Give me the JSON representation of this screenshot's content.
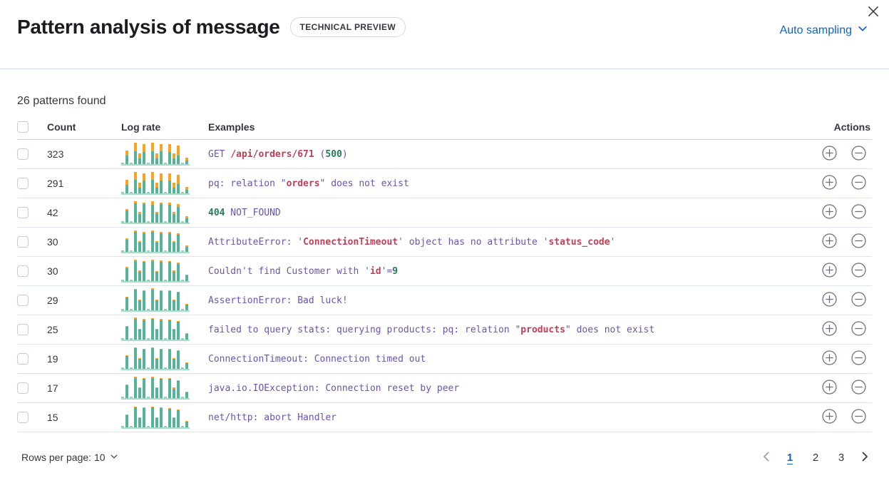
{
  "header": {
    "title": "Pattern analysis of message",
    "badge": "TECHNICAL PREVIEW",
    "sampling_label": "Auto sampling"
  },
  "summary": "26 patterns found",
  "colors": {
    "accent_blue": "#0b64c2",
    "bar_teal": "#54b399",
    "bar_teal_light": "#8fd0ba",
    "bar_orange": "#fca121",
    "token_purple": "#6c55a8",
    "token_red": "#bd4058",
    "token_green": "#277a57",
    "border_light": "#d3dae6"
  },
  "icons": {
    "close": "close-icon",
    "chevron_down": "chevron-down-icon",
    "plus_in_circle": "plus-in-circle-icon",
    "minus_in_circle": "minus-in-circle-icon",
    "chevron_left": "chevron-left-icon",
    "chevron_right": "chevron-right-icon"
  },
  "table": {
    "columns": {
      "count": "Count",
      "log_rate": "Log rate",
      "examples": "Examples",
      "actions": "Actions"
    },
    "rows": [
      {
        "count": "323",
        "example": [
          {
            "t": "GET ",
            "c": "p"
          },
          {
            "t": "/api/orders/671",
            "c": "r"
          },
          {
            "t": " (",
            "c": "p"
          },
          {
            "t": "500",
            "c": "g"
          },
          {
            "t": ")",
            "c": "p"
          }
        ],
        "spark": [
          [
            2,
            0
          ],
          [
            12,
            7
          ],
          [
            2,
            0
          ],
          [
            18,
            12
          ],
          [
            8,
            7
          ],
          [
            17,
            11
          ],
          [
            2,
            0
          ],
          [
            18,
            12
          ],
          [
            8,
            7
          ],
          [
            18,
            10
          ],
          [
            2,
            0
          ],
          [
            17,
            11
          ],
          [
            8,
            7
          ],
          [
            12,
            14
          ],
          [
            2,
            0
          ],
          [
            5,
            4
          ]
        ]
      },
      {
        "count": "291",
        "example": [
          {
            "t": "pq: relation \"",
            "c": "p"
          },
          {
            "t": "orders",
            "c": "r"
          },
          {
            "t": "\" does not exist",
            "c": "p"
          }
        ],
        "spark": [
          [
            2,
            0
          ],
          [
            12,
            7
          ],
          [
            2,
            0
          ],
          [
            19,
            11
          ],
          [
            8,
            7
          ],
          [
            18,
            10
          ],
          [
            2,
            0
          ],
          [
            19,
            11
          ],
          [
            8,
            7
          ],
          [
            18,
            10
          ],
          [
            2,
            0
          ],
          [
            18,
            10
          ],
          [
            8,
            7
          ],
          [
            13,
            13
          ],
          [
            2,
            0
          ],
          [
            5,
            4
          ]
        ]
      },
      {
        "count": "42",
        "example": [
          {
            "t": "404",
            "c": "g"
          },
          {
            "t": " NOT_FOUND",
            "c": "p"
          }
        ],
        "spark": [
          [
            2,
            0
          ],
          [
            17,
            2
          ],
          [
            2,
            0
          ],
          [
            27,
            3
          ],
          [
            12,
            3
          ],
          [
            26,
            2
          ],
          [
            2,
            0
          ],
          [
            25,
            5
          ],
          [
            13,
            2
          ],
          [
            26,
            2
          ],
          [
            2,
            0
          ],
          [
            25,
            3
          ],
          [
            12,
            3
          ],
          [
            22,
            4
          ],
          [
            2,
            0
          ],
          [
            6,
            3
          ]
        ]
      },
      {
        "count": "30",
        "example": [
          {
            "t": "AttributeError: '",
            "c": "p"
          },
          {
            "t": "ConnectionTimeout",
            "c": "r"
          },
          {
            "t": "' object has no attribute '",
            "c": "p"
          },
          {
            "t": "status_code",
            "c": "r"
          },
          {
            "t": "'",
            "c": "p"
          }
        ],
        "spark": [
          [
            2,
            0
          ],
          [
            17,
            2
          ],
          [
            2,
            0
          ],
          [
            28,
            2
          ],
          [
            13,
            2
          ],
          [
            26,
            2
          ],
          [
            2,
            0
          ],
          [
            28,
            2
          ],
          [
            13,
            2
          ],
          [
            26,
            2
          ],
          [
            2,
            0
          ],
          [
            26,
            2
          ],
          [
            13,
            2
          ],
          [
            24,
            2
          ],
          [
            2,
            0
          ],
          [
            7,
            2
          ]
        ]
      },
      {
        "count": "30",
        "example": [
          {
            "t": "Couldn't find Customer with '",
            "c": "p"
          },
          {
            "t": "id",
            "c": "r"
          },
          {
            "t": "'=",
            "c": "p"
          },
          {
            "t": "9",
            "c": "g"
          }
        ],
        "spark": [
          [
            2,
            0
          ],
          [
            18,
            2
          ],
          [
            2,
            0
          ],
          [
            28,
            2
          ],
          [
            13,
            2
          ],
          [
            27,
            1
          ],
          [
            2,
            0
          ],
          [
            28,
            2
          ],
          [
            13,
            1
          ],
          [
            27,
            2
          ],
          [
            2,
            0
          ],
          [
            27,
            1
          ],
          [
            13,
            2
          ],
          [
            24,
            2
          ],
          [
            2,
            0
          ],
          [
            8,
            1
          ]
        ]
      },
      {
        "count": "29",
        "example": [
          {
            "t": "AssertionError: Bad luck!",
            "c": "p"
          }
        ],
        "spark": [
          [
            2,
            0
          ],
          [
            18,
            1
          ],
          [
            2,
            0
          ],
          [
            29,
            1
          ],
          [
            14,
            1
          ],
          [
            27,
            1
          ],
          [
            2,
            0
          ],
          [
            29,
            2
          ],
          [
            14,
            1
          ],
          [
            27,
            1
          ],
          [
            2,
            0
          ],
          [
            27,
            1
          ],
          [
            14,
            1
          ],
          [
            25,
            1
          ],
          [
            2,
            0
          ],
          [
            8,
            1
          ]
        ]
      },
      {
        "count": "25",
        "example": [
          {
            "t": "failed to query stats: querying products: pq: relation \"",
            "c": "p"
          },
          {
            "t": "products",
            "c": "r"
          },
          {
            "t": "\" does not exist",
            "c": "p"
          }
        ],
        "spark": [
          [
            2,
            0
          ],
          [
            18,
            1
          ],
          [
            2,
            0
          ],
          [
            29,
            2
          ],
          [
            14,
            1
          ],
          [
            27,
            2
          ],
          [
            2,
            0
          ],
          [
            29,
            1
          ],
          [
            14,
            1
          ],
          [
            27,
            2
          ],
          [
            2,
            0
          ],
          [
            27,
            1
          ],
          [
            14,
            1
          ],
          [
            25,
            1
          ],
          [
            2,
            0
          ],
          [
            8,
            1
          ]
        ]
      },
      {
        "count": "19",
        "example": [
          {
            "t": "ConnectionTimeout: Connection timed out",
            "c": "p"
          }
        ],
        "spark": [
          [
            2,
            0
          ],
          [
            18,
            1
          ],
          [
            2,
            0
          ],
          [
            29,
            1
          ],
          [
            14,
            1
          ],
          [
            27,
            1
          ],
          [
            2,
            0
          ],
          [
            29,
            1
          ],
          [
            14,
            1
          ],
          [
            27,
            1
          ],
          [
            2,
            0
          ],
          [
            27,
            1
          ],
          [
            14,
            1
          ],
          [
            25,
            1
          ],
          [
            2,
            0
          ],
          [
            8,
            1
          ]
        ]
      },
      {
        "count": "17",
        "example": [
          {
            "t": "java.io.IOException: Connection reset by peer",
            "c": "p"
          }
        ],
        "spark": [
          [
            2,
            0
          ],
          [
            18,
            1
          ],
          [
            2,
            0
          ],
          [
            28,
            2
          ],
          [
            14,
            1
          ],
          [
            27,
            1
          ],
          [
            2,
            0
          ],
          [
            28,
            2
          ],
          [
            14,
            1
          ],
          [
            27,
            1
          ],
          [
            2,
            0
          ],
          [
            27,
            1
          ],
          [
            13,
            2
          ],
          [
            24,
            1
          ],
          [
            2,
            0
          ],
          [
            8,
            1
          ]
        ]
      },
      {
        "count": "15",
        "example": [
          {
            "t": "net/http: abort Handler",
            "c": "p"
          }
        ],
        "spark": [
          [
            2,
            0
          ],
          [
            17,
            1
          ],
          [
            2,
            0
          ],
          [
            28,
            1
          ],
          [
            13,
            1
          ],
          [
            27,
            1
          ],
          [
            2,
            0
          ],
          [
            28,
            1
          ],
          [
            13,
            1
          ],
          [
            27,
            1
          ],
          [
            2,
            0
          ],
          [
            26,
            1
          ],
          [
            13,
            1
          ],
          [
            24,
            1
          ],
          [
            2,
            0
          ],
          [
            8,
            1
          ]
        ]
      }
    ]
  },
  "footer": {
    "rows_per_page_label": "Rows per page: 10",
    "pages": [
      "1",
      "2",
      "3"
    ],
    "active_page": "1"
  }
}
